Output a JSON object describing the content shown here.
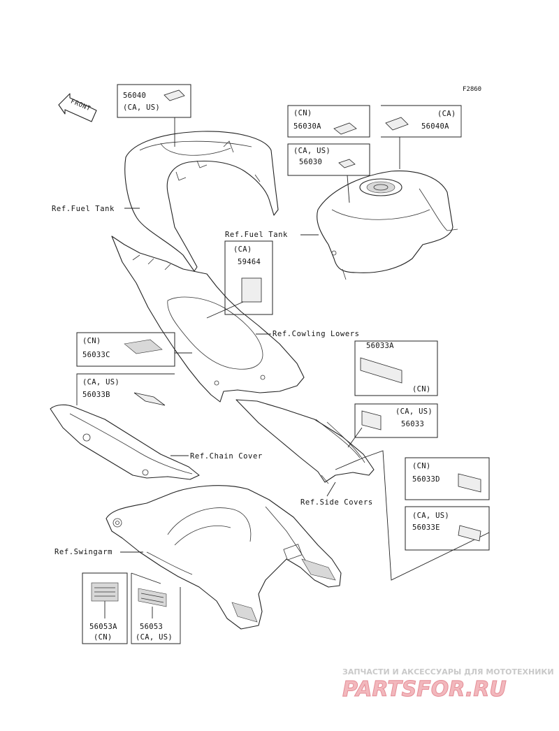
{
  "figure_id": "F2860",
  "front_label": "FRONT",
  "refs": {
    "fuel_tank_left": "Ref.Fuel Tank",
    "fuel_tank_right": "Ref.Fuel Tank",
    "cowling_lowers": "Ref.Cowling Lowers",
    "chain_cover": "Ref.Chain Cover",
    "side_covers": "Ref.Side Covers",
    "swingarm": "Ref.Swingarm"
  },
  "parts": {
    "p56040": {
      "number": "56040",
      "region": "(CA, US)"
    },
    "p56030A": {
      "number": "56030A",
      "region": "(CN)"
    },
    "p56040A": {
      "number": "56040A",
      "region": "(CA)"
    },
    "p56030": {
      "number": "56030",
      "region": "(CA, US)"
    },
    "p59464": {
      "number": "59464",
      "region": "(CA)"
    },
    "p56033C": {
      "number": "56033C",
      "region": "(CN)"
    },
    "p56033B": {
      "number": "56033B",
      "region": "(CA, US)"
    },
    "p56033A": {
      "number": "56033A",
      "region": "(CN)"
    },
    "p56033": {
      "number": "56033",
      "region": "(CA, US)"
    },
    "p56033D": {
      "number": "56033D",
      "region": "(CN)"
    },
    "p56033E": {
      "number": "56033E",
      "region": "(CA, US)"
    },
    "p56053A": {
      "number": "56053A",
      "region": "(CN)"
    },
    "p56053": {
      "number": "56053",
      "region": "(CA, US)"
    }
  },
  "watermark": {
    "tagline": "ЗАПЧАСТИ И АКСЕССУАРЫ ДЛЯ МОТОТЕХНИКИ",
    "logo": "PARTSFOR.RU"
  }
}
